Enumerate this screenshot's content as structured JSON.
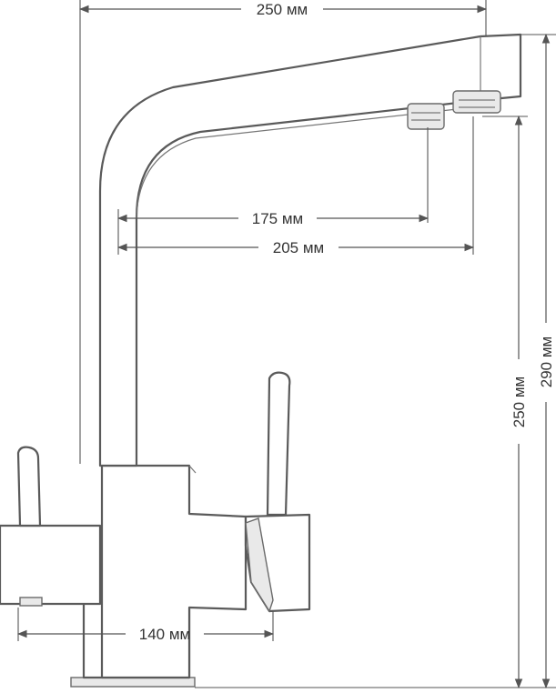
{
  "dimensions": {
    "total_reach": "250 мм",
    "inner_reach_short": "175 мм",
    "inner_reach_long": "205 мм",
    "base_width": "140 мм",
    "spout_height": "250 мм",
    "total_height": "290 мм"
  },
  "colors": {
    "line": "#555555",
    "text": "#333333",
    "body_fill": "#ffffff",
    "shade_fill": "#e9e9e9"
  }
}
